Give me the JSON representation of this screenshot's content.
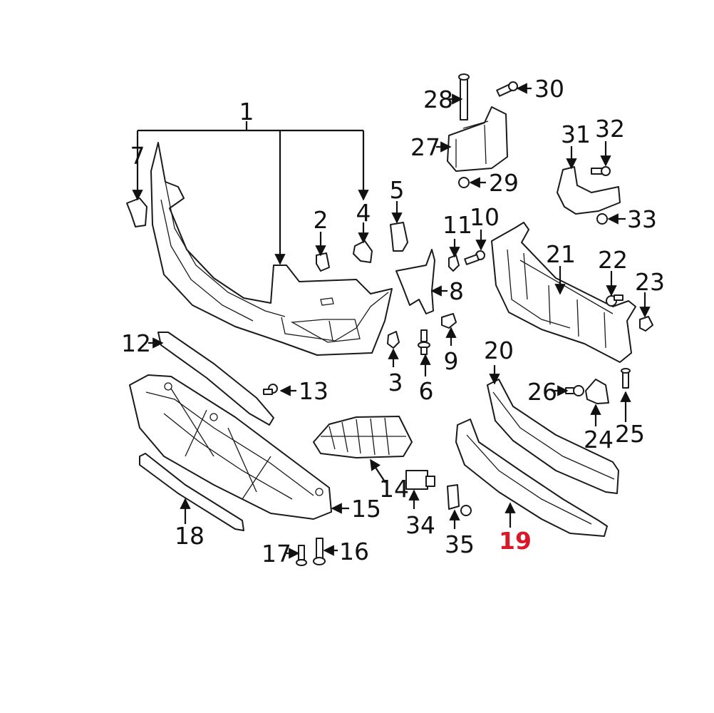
{
  "labels": [
    "1",
    "2",
    "3",
    "4",
    "5",
    "6",
    "7",
    "8",
    "9",
    "10",
    "11",
    "12",
    "13",
    "14",
    "15",
    "16",
    "17",
    "18",
    "19",
    "20",
    "21",
    "22",
    "23",
    "24",
    "25",
    "26",
    "27",
    "28",
    "29",
    "30",
    "31",
    "32",
    "33",
    "34",
    "35"
  ],
  "highlighted_label": "19",
  "colors": {
    "line": "#1a1a1a",
    "highlight": "#d9192a",
    "background": "#ffffff"
  }
}
